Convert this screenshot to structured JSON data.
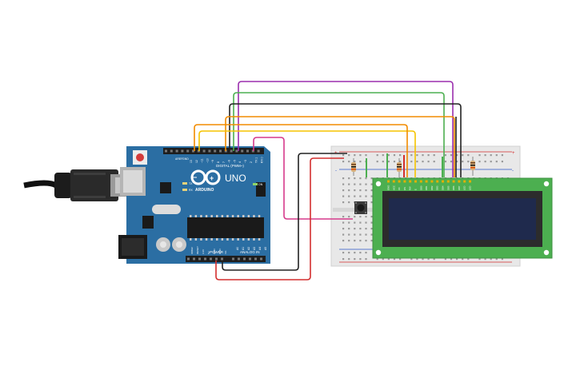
{
  "circuit": {
    "arduino": {
      "brand": "ARDUINO",
      "model": "UNO",
      "digital_header_label": "DIGITAL (PWM~)",
      "analog_header_label": "ANALOG IN",
      "power_header_label": "POWER",
      "tx_label": "TX",
      "rx_label": "RX",
      "on_label": "ON",
      "aref_label": "AREF",
      "gnd_label": "GND",
      "digital_pins": [
        "13",
        "12",
        "~11",
        "~10",
        "~9",
        "8",
        "7",
        "~6",
        "~5",
        "4",
        "~3",
        "2",
        "TX 1",
        "RX 0"
      ],
      "analog_pins": [
        "A0",
        "A1",
        "A2",
        "A3",
        "A4",
        "A5"
      ],
      "power_pins": [
        "IOREF",
        "RESET",
        "3.3V",
        "5V",
        "GND",
        "GND",
        "Vin"
      ]
    },
    "breadboard": {
      "plus_label": "+",
      "minus_label": "-"
    },
    "lcd": {
      "pin_labels": [
        "GND",
        "VCC",
        "V0",
        "RS",
        "RW",
        "E",
        "DB0",
        "DB1",
        "DB2",
        "DB3",
        "DB4",
        "DB5",
        "DB6",
        "DB7",
        "LED",
        "LED"
      ]
    },
    "wire_colors": {
      "purple": "#9b2fae",
      "green": "#4caf50",
      "black": "#222222",
      "orange": "#f28c00",
      "yellow": "#f5c400",
      "magenta": "#d63a8c",
      "red": "#d32f2f"
    },
    "board_color": "#2b6ea3",
    "lcd_frame_color": "#4caf50",
    "lcd_screen_color": "#1f2a4d"
  }
}
